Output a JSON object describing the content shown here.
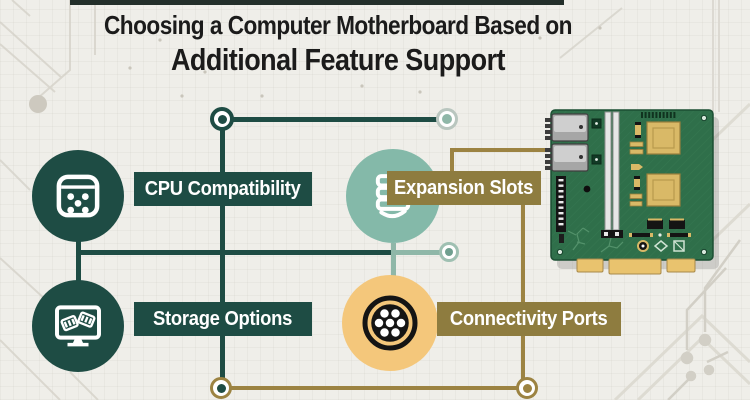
{
  "title": {
    "line1": "Choosing a Computer Motherboard Based on",
    "line2": "Additional Feature Support"
  },
  "features": [
    {
      "label": "CPU Compatibility",
      "icon": "cpu-card-icon",
      "circle_color": "#1e4c44",
      "label_bg": "#1e4c44"
    },
    {
      "label": "Expansion Slots",
      "icon": "expansion-stack-icon",
      "circle_color": "#84b9a9",
      "label_bg": "#8e7c3f"
    },
    {
      "label": "Storage Options",
      "icon": "storage-monitor-icon",
      "circle_color": "#1e4c44",
      "label_bg": "#1e4c44"
    },
    {
      "label": "Connectivity Ports",
      "icon": "connectivity-ports-icon",
      "circle_color": "#f4c77b",
      "label_bg": "#8e7c3f"
    }
  ],
  "colors": {
    "background": "#efeee9",
    "dark_teal": "#1e4c44",
    "light_teal": "#8fb7a8",
    "connector_gold": "#9c8342",
    "accent_gold_circle": "#f4c77b",
    "label_olive": "#8e7c3f",
    "title_text": "#1b1b1b",
    "top_bar": "#232f2a",
    "pcb_green": "#2f6f4a",
    "pcb_gold": "#d9b967"
  },
  "illustration": {
    "name": "motherboard-graphic"
  }
}
